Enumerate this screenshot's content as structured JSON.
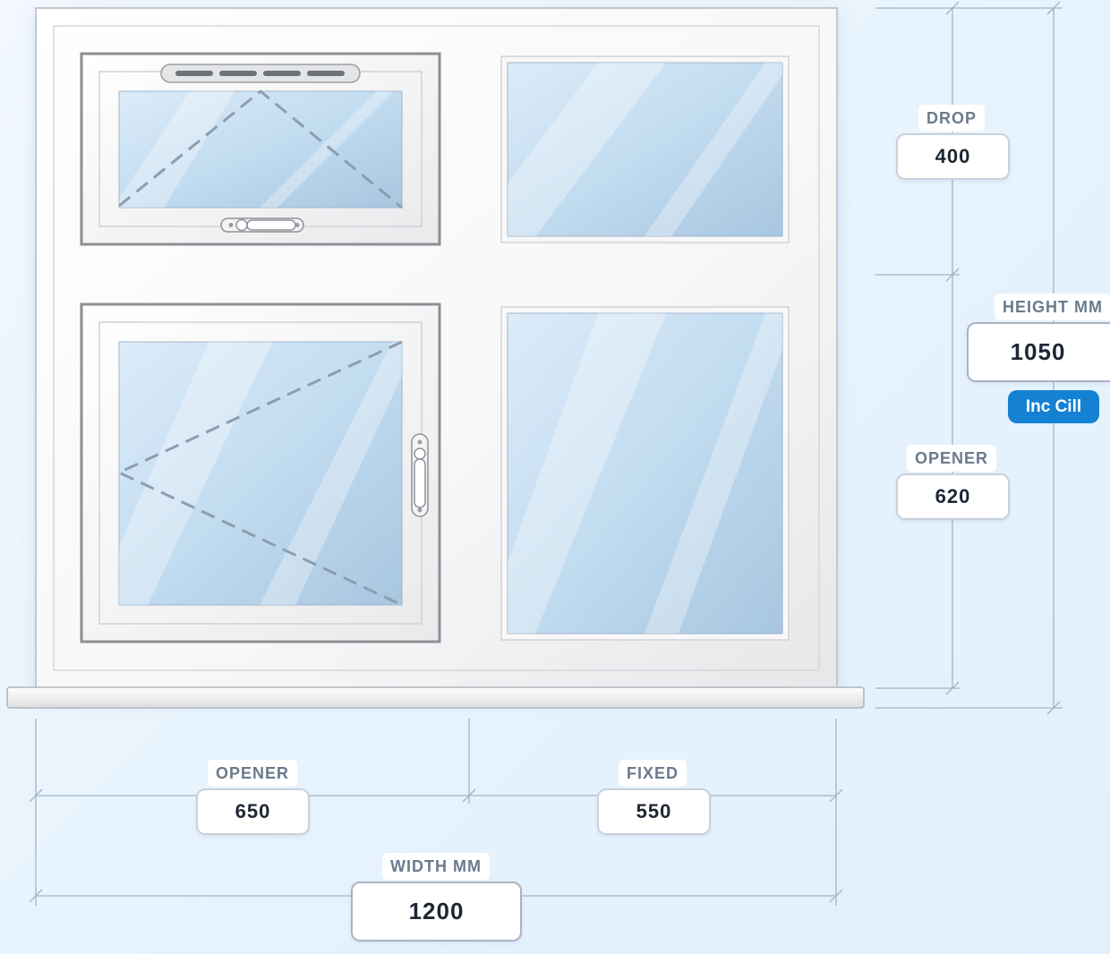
{
  "dimensions": {
    "drop": {
      "label": "DROP",
      "value": "400"
    },
    "opener_height": {
      "label": "OPENER",
      "value": "620"
    },
    "height": {
      "label": "HEIGHT MM",
      "value": "1050",
      "badge": "Inc Cill"
    },
    "opener_width": {
      "label": "OPENER",
      "value": "650"
    },
    "fixed_width": {
      "label": "FIXED",
      "value": "550"
    },
    "width": {
      "label": "WIDTH MM",
      "value": "1200"
    }
  },
  "colors": {
    "background": "#e6f3fd",
    "frame": "#ffffff",
    "glass": "#b9d5eb",
    "dimension_line": "#a3b3c4",
    "badge": "#1581d3"
  },
  "icons": [
    "trickle-vent-icon",
    "window-handle-icon",
    "top-hung-opening-indicator",
    "side-hung-opening-indicator"
  ]
}
